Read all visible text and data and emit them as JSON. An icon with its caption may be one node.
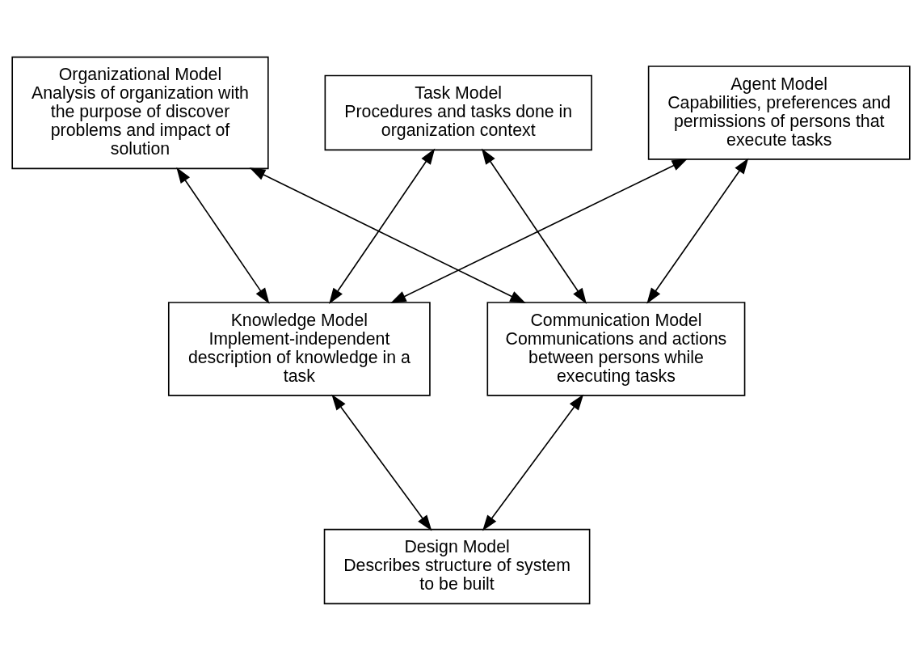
{
  "diagram": {
    "nodes": [
      {
        "text": [
          "Organizational Model",
          "Analysis of organization with the purpose of discover problems and impact of solution"
        ]
      },
      {
        "text": [
          "Task Model",
          "Procedures and tasks done in organization context"
        ]
      },
      {
        "text": [
          "Agent Model",
          "Capabilities, preferences and permissions of persons that execute tasks"
        ]
      },
      {
        "text": [
          "Knowledge Model",
          "Implement-independent description of knowledge in a task"
        ]
      },
      {
        "text": [
          "Communication Model",
          "Communications and actions between persons while executing tasks"
        ]
      },
      {
        "text": [
          "Design Model",
          "Describes structure of system to be built"
        ]
      }
    ],
    "edges": [
      {
        "from": 0,
        "to": 3,
        "arrow": "both"
      },
      {
        "from": 0,
        "to": 4,
        "arrow": "both"
      },
      {
        "from": 1,
        "to": 3,
        "arrow": "both"
      },
      {
        "from": 1,
        "to": 4,
        "arrow": "both"
      },
      {
        "from": 2,
        "to": 3,
        "arrow": "both"
      },
      {
        "from": 2,
        "to": 4,
        "arrow": "both"
      },
      {
        "from": 3,
        "to": 5,
        "arrow": "both"
      },
      {
        "from": 4,
        "to": 5,
        "arrow": "both"
      }
    ]
  }
}
